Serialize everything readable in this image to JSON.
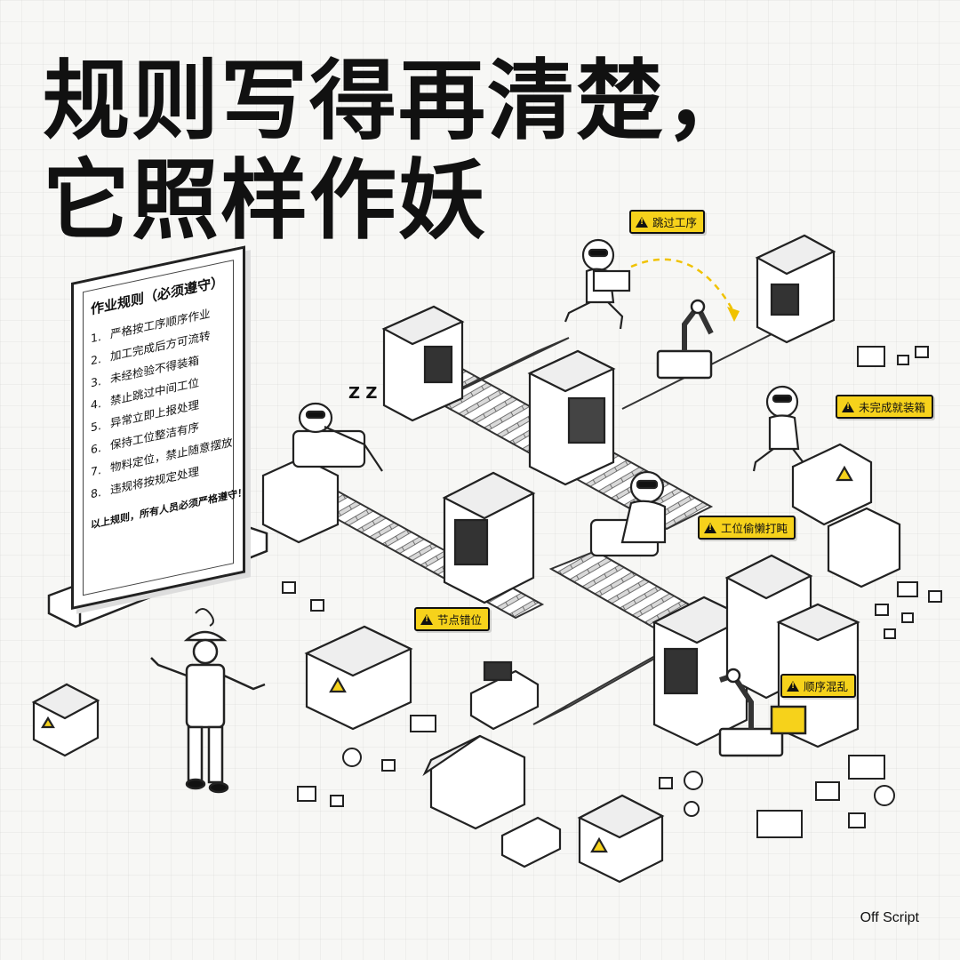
{
  "headline": {
    "line1": "规则写得再清楚，",
    "line2": "它照样作妖"
  },
  "rule_board": {
    "title": "作业规则（必须遵守）",
    "items": [
      {
        "num": "1.",
        "text": "严格按工序顺序作业"
      },
      {
        "num": "2.",
        "text": "加工完成后方可流转"
      },
      {
        "num": "3.",
        "text": "未经检验不得装箱"
      },
      {
        "num": "4.",
        "text": "禁止跳过中间工位"
      },
      {
        "num": "5.",
        "text": "异常立即上报处理"
      },
      {
        "num": "6.",
        "text": "保持工位整洁有序"
      },
      {
        "num": "7.",
        "text": "物料定位，禁止随意摆放"
      },
      {
        "num": "8.",
        "text": "违规将按规定处理"
      }
    ],
    "footer": "以上规则，所有人员必须严格遵守！"
  },
  "tags": {
    "skip_process": "跳过工序",
    "box_unfinished": "未完成就装箱",
    "slacking": "工位偷懒打盹",
    "wrong_node": "节点错位",
    "order_chaos": "顺序混乱"
  },
  "sleep_mark": "Z Z",
  "brand": "Off Script",
  "colors": {
    "accent_yellow": "#f6d21b",
    "ink": "#111111",
    "background": "#f7f7f5"
  },
  "icons": [
    "warning-icon",
    "robot-icon",
    "robot-arm-icon",
    "worker-icon",
    "box-icon",
    "conveyor-icon"
  ]
}
